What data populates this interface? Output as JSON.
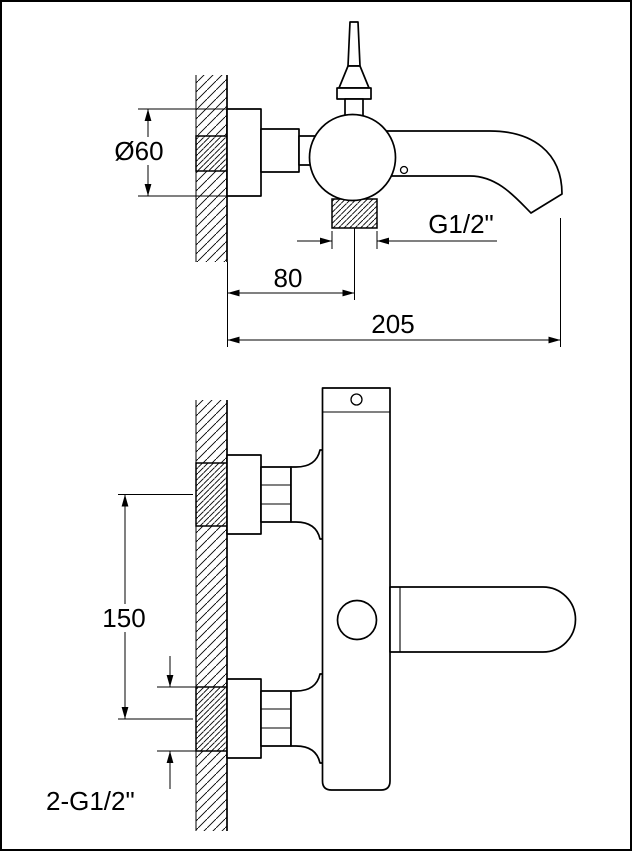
{
  "drawing": {
    "colors": {
      "line": "#000000",
      "background": "#ffffff"
    },
    "views": {
      "side": {
        "dims": {
          "diameter": "Ø60",
          "outlet_thread": "G1/2\"",
          "wall_to_outlet": "80",
          "reach": "205"
        }
      },
      "front": {
        "dims": {
          "inlet_spacing": "150",
          "inlet_threads": "2-G1/2\""
        }
      }
    }
  }
}
